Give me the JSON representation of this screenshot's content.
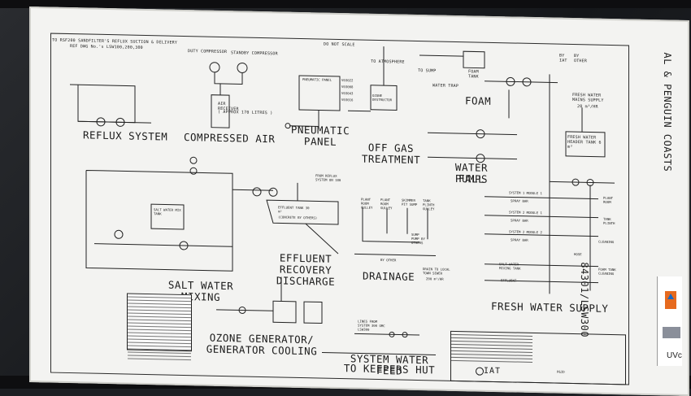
{
  "header": {
    "ref_line_1": "TO RSF200 SANDFILTER'S REFLUX SUCTION & DELIVERY",
    "ref_line_2": "REF DWG No.'s LSW100,200,300",
    "duty_compressor": "DUTY COMPRESSOR",
    "standby_compressor": "STANDBY COMPRESSOR",
    "do_not_scale": "DO NOT SCALE",
    "to_atmosphere": "TO ATMOSPHERE",
    "to_sump": "TO SUMP",
    "water_trap": "WATER TRAP",
    "foam_tank": "FOAM TANK",
    "by_iat": "BY IAT",
    "by_other": "BY OTHER"
  },
  "sections": {
    "reflux": "REFLUX SYSTEM",
    "compressed_air": "COMPRESSED AIR",
    "air_receiver": "AIR RECEIVER",
    "air_receiver_note": "( APPROX 170 LITRES )",
    "pneumatic_panel_1": "PNEUMATIC",
    "pneumatic_panel_2": "PANEL",
    "pneumatic_box_title": "PNEUMATIC PANEL",
    "valves": [
      "V03022",
      "V03008",
      "V03043",
      "V03016"
    ],
    "ozone_destructor": "OZONE DESTRUCTOR",
    "off_gas_1": "OFF GAS",
    "off_gas_2": "TREATMENT",
    "foam": "FOAM",
    "water_fall_1": "WATER FALL",
    "water_fall_2": "PUMPS",
    "fresh_water_mains": "FRESH WATER MAINS SUPPLY",
    "fresh_water_mains_flow": "20 m³/HR",
    "fresh_water_header": "FRESH WATER HEADER TANK 6 m³",
    "salt_water_1": "SALT WATER",
    "salt_water_2": "MIXING",
    "salt_water_tank": "SALT WATER MIX TANK",
    "from_reflux": "FROM REFLUX SYSTEM ON 180",
    "effluent_tank": "EFFLUENT TANK 30 m³",
    "effluent_tank_note": "(CONCRETE BY OTHERS)",
    "effluent_1": "EFFLUENT",
    "effluent_2": "RECOVERY",
    "effluent_3": "DISCHARGE",
    "plant_room_gulley": "PLANT ROOM GULLEY",
    "plant_room_gulley_2": "PLANT ROOM GULLEY",
    "skimmer_pit_sump": "SKIMMER PIT SUMP",
    "tank_plinth_gulley": "TANK PLINTH GULLEY",
    "sump_pump": "SUMP PUMP BY OTHERS",
    "drainage": "DRAINAGE",
    "by_other": "BY OTHER",
    "drain_to_sewer": "DRAIN TO LOCAL TOWN SEWER",
    "drain_flow": "200 m³/HR",
    "system1_module1": "SYSTEM 1 MODULE 1",
    "system2_module1": "SYSTEM 2 MODULE 1",
    "system2_module2": "SYSTEM 2 MODULE 2",
    "spray_bar": "SPRAY BAR",
    "plant_room": "PLANT ROOM",
    "tank_plinth": "TANK PLINTH",
    "cleaning": "CLEANING",
    "hose": "HOSE",
    "foam_tank_cleaning": "FOAM TANK CLEANING",
    "salt_water_mixing_tank": "SALT WATER MIXING TANK",
    "effluent": "EFFLUENT",
    "fresh_water_supply": "FRESH WATER SUPPLY",
    "ozone_gen_1": "OZONE GENERATOR/",
    "ozone_gen_2": "GENERATOR COOLING",
    "lines_from_system": "LINES FROM SYSTEM 300 OMC LSW300",
    "keepers_1": "SYSTEM WATER FEED",
    "keepers_2": "TO KEEPERS HUT"
  },
  "side": {
    "title": "AL & PENGUIN COASTS",
    "drawing_number": "84301/LSW300"
  },
  "titleblock": {
    "company": "IAT",
    "drawing_no": "P&ID"
  },
  "notice": {
    "uvc_text": "UVc"
  },
  "colors": {
    "paper": "#f3f3f1",
    "ink": "#1c1c1c",
    "background": "#1d1f23",
    "warning_orange": "#e66a1e",
    "warning_blue": "#1769c5"
  }
}
